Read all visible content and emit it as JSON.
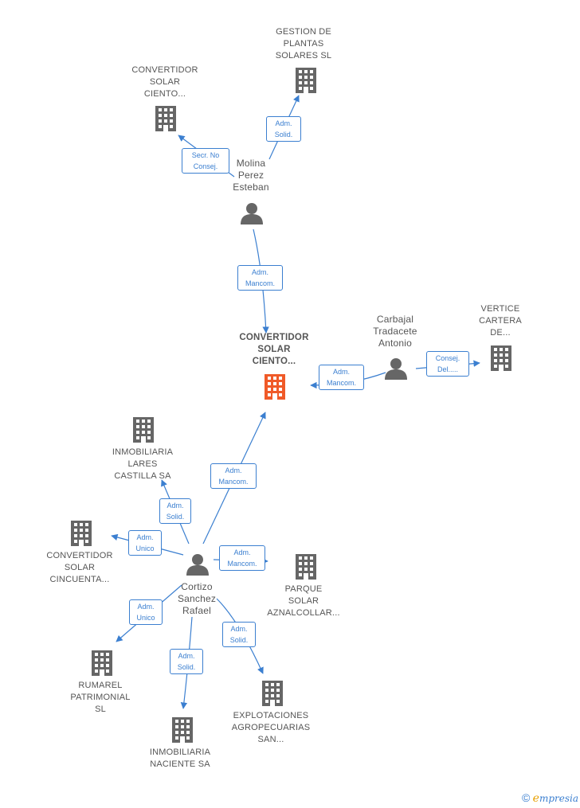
{
  "colors": {
    "accent": "#3b7fd0",
    "focus": "#f05a28",
    "node": "#666666"
  },
  "nodes": {
    "gestion": {
      "lines": [
        "GESTION DE",
        "PLANTAS",
        "SOLARES SL"
      ]
    },
    "conv_top": {
      "lines": [
        "CONVERTIDOR",
        "SOLAR",
        "CIENTO..."
      ]
    },
    "molina": {
      "lines": [
        "Molina",
        "Perez",
        "Esteban"
      ]
    },
    "focus": {
      "lines": [
        "CONVERTIDOR",
        "SOLAR",
        "CIENTO..."
      ]
    },
    "carbajal": {
      "lines": [
        "Carbajal",
        "Tradacete",
        "Antonio"
      ]
    },
    "vertice": {
      "lines": [
        "VERTICE",
        "CARTERA",
        "DE..."
      ]
    },
    "lares": {
      "lines": [
        "INMOBILIARIA",
        "LARES",
        "CASTILLA SA"
      ]
    },
    "conv_cinc": {
      "lines": [
        "CONVERTIDOR",
        "SOLAR",
        "CINCUENTA..."
      ]
    },
    "cortizo": {
      "lines": [
        "Cortizo",
        "Sanchez",
        "Rafael"
      ]
    },
    "parque": {
      "lines": [
        "PARQUE",
        "SOLAR",
        "AZNALCOLLAR..."
      ]
    },
    "rumarel": {
      "lines": [
        "RUMAREL",
        "PATRIMONIAL",
        "SL"
      ]
    },
    "naciente": {
      "lines": [
        "INMOBILIARIA",
        "NACIENTE SA"
      ]
    },
    "explot": {
      "lines": [
        "EXPLOTACIONES",
        "AGROPECUARIAS",
        "SAN..."
      ]
    }
  },
  "edges": {
    "molina_gestion": [
      "Adm.",
      "Solid."
    ],
    "molina_convtop": [
      "Secr.  No",
      "Consej."
    ],
    "molina_focus": [
      "Adm.",
      "Mancom."
    ],
    "carbajal_focus": [
      "Adm.",
      "Mancom."
    ],
    "carbajal_vertice": [
      "Consej.",
      "Del....."
    ],
    "cortizo_focus": [
      "Adm.",
      "Mancom."
    ],
    "cortizo_lares": [
      "Adm.",
      "Solid."
    ],
    "cortizo_convcinc": [
      "Adm.",
      "Unico"
    ],
    "cortizo_parque": [
      "Adm.",
      "Mancom."
    ],
    "cortizo_rumarel": [
      "Adm.",
      "Unico"
    ],
    "cortizo_naciente": [
      "Adm.",
      "Solid."
    ],
    "cortizo_explot": [
      "Adm.",
      "Solid."
    ]
  },
  "footer": {
    "copyright_symbol": "©",
    "brand_first": "e",
    "brand_rest": "mpresia"
  }
}
